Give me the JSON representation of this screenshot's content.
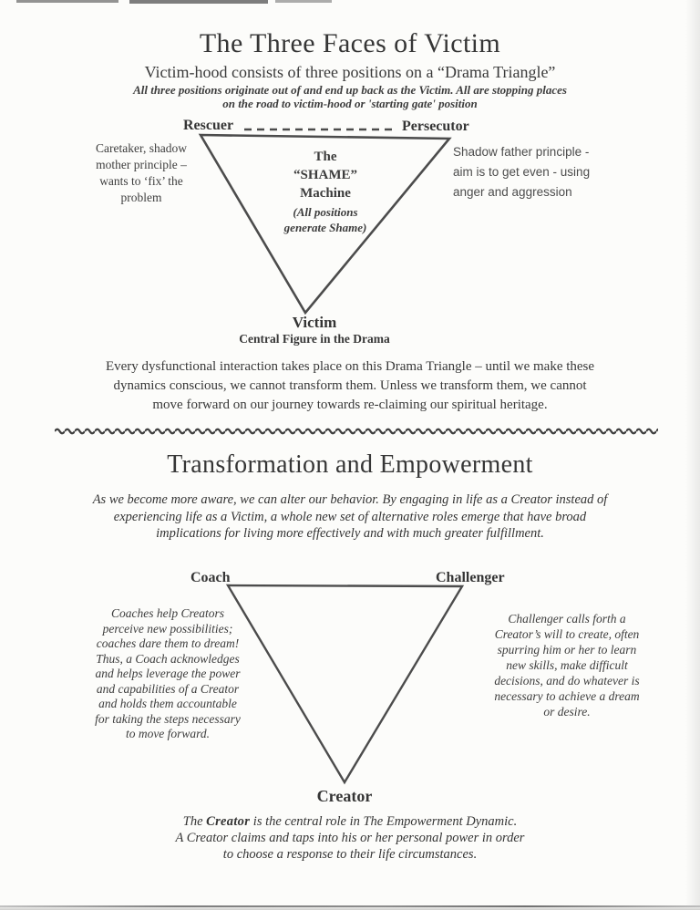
{
  "colors": {
    "ink": "#3a3a3a",
    "diagram_stroke": "#4c4c4c",
    "page_bg": "#fcfcfa"
  },
  "section_victim": {
    "title": "The Three Faces of Victim",
    "subtitle": "Victim-hood consists of three positions on a “Drama Triangle”",
    "note": "All three positions originate out of and end up back as the Victim. All are stopping places\non the road to victim-hood or 'starting gate' position",
    "triangle": {
      "top_left_vertex_label": "Rescuer",
      "top_right_vertex_label": "Persecutor",
      "center_title": "The\n“SHAME”\nMachine",
      "center_caption": "(All positions\ngenerate Shame)",
      "bottom_vertex_label": "Victim",
      "bottom_vertex_sublabel": "Central Figure in the Drama",
      "left_annotation": "Caretaker, shadow\nmother principle –\nwants to ‘fix’ the\nproblem",
      "right_annotation": "Shadow father principle -\naim is to get even - using\nanger and aggression"
    },
    "summary": "Every dysfunctional interaction takes place on this Drama Triangle – until we make these\ndynamics conscious, we cannot transform them. Unless we transform them, we cannot\nmove forward on our journey towards re-claiming our spiritual heritage."
  },
  "section_empowerment": {
    "title": "Transformation and Empowerment",
    "intro": "As we become more aware, we can alter our behavior.  By engaging in life as a Creator instead of\nexperiencing life as a Victim, a whole new set of alternative roles emerge that have broad\nimplications for living more  effectively and with much greater fulfillment.",
    "triangle": {
      "top_left_vertex_label": "Coach",
      "top_right_vertex_label": "Challenger",
      "bottom_vertex_label": "Creator",
      "left_annotation": "Coaches help Creators\nperceive new possibilities;\ncoaches dare them to dream!\nThus, a Coach acknowledges\nand helps leverage the power\nand capabilities of a Creator\nand holds them accountable\nfor taking the steps necessary\nto move forward.",
      "right_annotation": "Challenger calls forth a\nCreator’s will to create, often\nspurring him or her to learn\nnew skills, make difficult\ndecisions, and do whatever is\nnecessary to achieve a dream\nor desire."
    },
    "footer": {
      "line1_pre": "The ",
      "line1_bold": "Creator",
      "line1_post": " is the central role in The Empowerment Dynamic.",
      "rest": "A Creator claims and taps into his or her personal power in order\nto choose a response to their life circumstances."
    }
  }
}
